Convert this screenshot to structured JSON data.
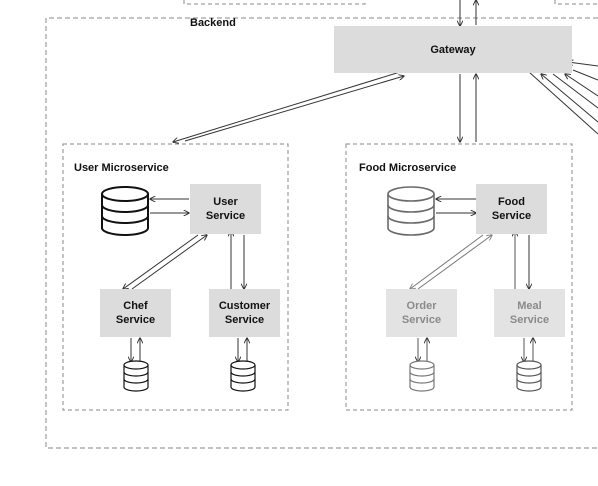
{
  "diagram": {
    "backend_label": "Backend",
    "gateway_label": "Gateway",
    "user_group": {
      "title": "User Microservice",
      "main_service": "User\nService",
      "children": [
        "Chef\nService",
        "Customer\nService"
      ]
    },
    "food_group": {
      "title": "Food Microservice",
      "main_service": "Food\nService",
      "children": [
        "Order\nService",
        "Meal\nService"
      ]
    }
  },
  "colors": {
    "node_fill": "#dcdcdc",
    "border": "#777777",
    "arrow": "#333333",
    "faded_text": "#8a8a8a"
  }
}
